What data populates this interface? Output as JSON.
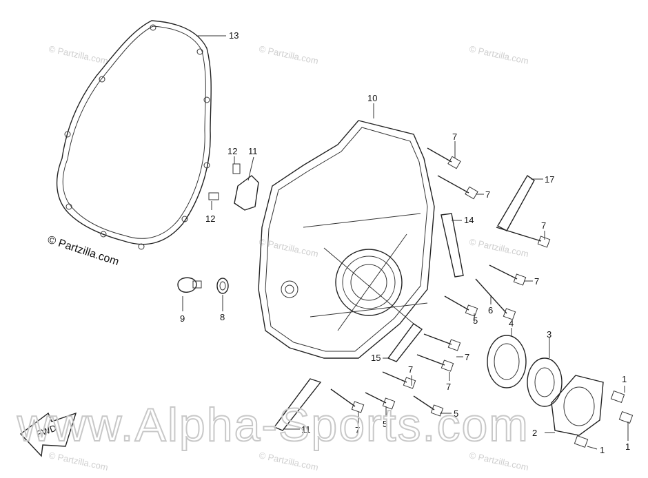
{
  "copyright": "© Partzilla.com",
  "watermark_small": "© Partzilla.com",
  "watermark_big": "www.Alpha-Sports.com",
  "fwd_label": "FWD",
  "callouts": [
    {
      "id": "13",
      "text": "13"
    },
    {
      "id": "10",
      "text": "10"
    },
    {
      "id": "12a",
      "text": "12"
    },
    {
      "id": "11a",
      "text": "11"
    },
    {
      "id": "12b",
      "text": "12"
    },
    {
      "id": "7a",
      "text": "7"
    },
    {
      "id": "7b",
      "text": "7"
    },
    {
      "id": "17",
      "text": "17"
    },
    {
      "id": "14",
      "text": "14"
    },
    {
      "id": "7c",
      "text": "7"
    },
    {
      "id": "7d",
      "text": "7"
    },
    {
      "id": "6",
      "text": "6"
    },
    {
      "id": "5a",
      "text": "5"
    },
    {
      "id": "9",
      "text": "9"
    },
    {
      "id": "8",
      "text": "8"
    },
    {
      "id": "4",
      "text": "4"
    },
    {
      "id": "3",
      "text": "3"
    },
    {
      "id": "15",
      "text": "15"
    },
    {
      "id": "7e",
      "text": "7"
    },
    {
      "id": "7f",
      "text": "7"
    },
    {
      "id": "7g",
      "text": "7"
    },
    {
      "id": "5b",
      "text": "5"
    },
    {
      "id": "5c",
      "text": "5"
    },
    {
      "id": "11b",
      "text": "11"
    },
    {
      "id": "7h",
      "text": "7"
    },
    {
      "id": "1a",
      "text": "1"
    },
    {
      "id": "1b",
      "text": "1"
    },
    {
      "id": "2",
      "text": "2"
    },
    {
      "id": "1c",
      "text": "1"
    }
  ]
}
